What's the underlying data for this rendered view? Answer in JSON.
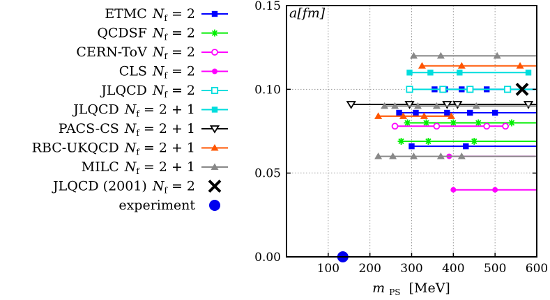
{
  "chart_data": {
    "type": "line",
    "ylabel": "a[fm]",
    "xlabel": "m_PS [MeV]",
    "xlabel_main": "m",
    "xlabel_sub": "PS",
    "xlabel_unit": "[MeV]",
    "xlim": [
      0,
      600
    ],
    "ylim": [
      0,
      0.15
    ],
    "x_ticks": [
      100,
      200,
      300,
      400,
      500,
      600
    ],
    "x_tick_labels": [
      "100",
      "200",
      "300",
      "400",
      "500",
      "600"
    ],
    "y_ticks": [
      0,
      0.05,
      0.1,
      0.15
    ],
    "y_tick_labels": [
      "0.00",
      "0.05",
      "0.10",
      "0.15"
    ],
    "grid": true,
    "legend_position": "left",
    "series": [
      {
        "name": "ETMC",
        "nf": "2",
        "color": "#0000ff",
        "marker": "square",
        "lines": [
          {
            "x": [
              300,
              430,
              600
            ],
            "y": 0.066
          },
          {
            "x": [
              270,
              310,
              385,
              440,
              500,
              600
            ],
            "y": 0.086
          },
          {
            "x": [
              355,
              380,
              420,
              480,
              600
            ],
            "y": 0.1
          }
        ]
      },
      {
        "name": "QCDSF",
        "nf": "2",
        "color": "#00ee00",
        "marker": "asterisk",
        "lines": [
          {
            "x": [
              275,
              340,
              450,
              600
            ],
            "y": 0.069
          },
          {
            "x": [
              290,
              335,
              400,
              460,
              540,
              600
            ],
            "y": 0.08
          }
        ]
      },
      {
        "name": "CERN-ToV",
        "nf": "2",
        "color": "#ff00ff",
        "marker": "circle-open",
        "lines": [
          {
            "x": [
              260,
              360,
              480,
              525
            ],
            "y": 0.078
          }
        ]
      },
      {
        "name": "CLS",
        "nf": "2",
        "color": "#ff00ff",
        "marker": "circle",
        "lines": [
          {
            "x": [
              400,
              500,
              600
            ],
            "y": 0.04
          },
          {
            "x": [
              390,
              600
            ],
            "y": 0.06
          }
        ]
      },
      {
        "name": "JLQCD",
        "nf": "2",
        "color": "#00dddd",
        "marker": "square-open",
        "lines": [
          {
            "x": [
              295,
              375,
              440,
              530,
              600
            ],
            "y": 0.1
          }
        ]
      },
      {
        "name": "JLQCD",
        "nf": "2 + 1",
        "color": "#00dddd",
        "marker": "square",
        "lines": [
          {
            "x": [
              295,
              345,
              415,
              580
            ],
            "y": 0.11
          }
        ]
      },
      {
        "name": "PACS-CS",
        "nf": "2 + 1",
        "color": "#000000",
        "marker": "triangle-down-open",
        "lines": [
          {
            "x": [
              155,
              295,
              385,
              410,
              580,
              600
            ],
            "y": 0.091
          }
        ]
      },
      {
        "name": "RBC-UKQCD",
        "nf": "2 + 1",
        "color": "#ff5500",
        "marker": "triangle",
        "lines": [
          {
            "x": [
              220,
              280,
              330,
              395
            ],
            "y": 0.084
          },
          {
            "x": [
              325,
              420,
              560,
              600
            ],
            "y": 0.114
          }
        ]
      },
      {
        "name": "MILC",
        "nf": "2 + 1",
        "color": "#888888",
        "marker": "triangle",
        "lines": [
          {
            "x": [
              220,
              255,
              305,
              370,
              420,
              600
            ],
            "y": 0.06
          },
          {
            "x": [
              235,
              260,
              315,
              360,
              455,
              600
            ],
            "y": 0.09
          },
          {
            "x": [
              305,
              370,
              505,
              600
            ],
            "y": 0.12
          }
        ]
      },
      {
        "name": "JLQCD (2001)",
        "nf": "2",
        "color": "#000000",
        "marker": "cross",
        "points": [
          {
            "x": 565,
            "y": 0.1
          }
        ]
      },
      {
        "name": "experiment",
        "nf": "",
        "color": "#0000ee",
        "marker": "big-circle",
        "points": [
          {
            "x": 135,
            "y": 0.0
          }
        ]
      }
    ]
  }
}
